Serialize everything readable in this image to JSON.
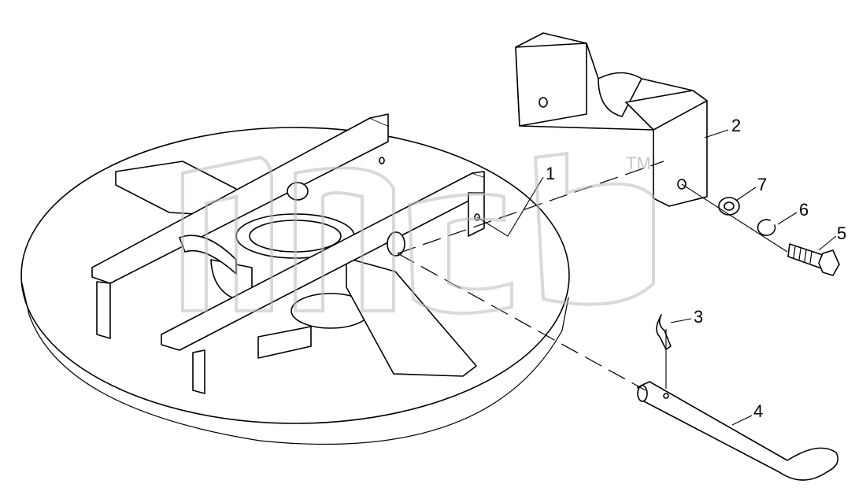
{
  "callouts": {
    "c1": "1",
    "c2": "2",
    "c3": "3",
    "c4": "4",
    "c5": "5",
    "c6": "6",
    "c7": "7"
  },
  "watermark": {
    "mark": "TM"
  },
  "colors": {
    "line": "#000000",
    "background": "#ffffff",
    "watermark": "#b9b9b9"
  }
}
